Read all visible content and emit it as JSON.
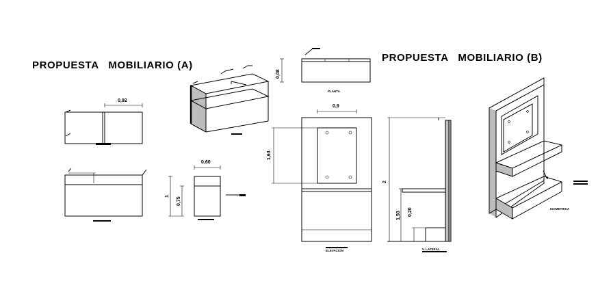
{
  "titles": {
    "a": "PROPUESTA   MOBILIARIO (A)",
    "b": "PROPUESTA   MOBILIARIO (B)"
  },
  "dimensions": {
    "a_front_width": "0,92",
    "a_side_width": "0,60",
    "a_height_total": "1",
    "a_height_lower": "0,75",
    "b_plan_depth": "0,08",
    "b_panel_width": "0,9",
    "b_panel_height": "1,63",
    "b_total_height": "2",
    "b_shelf_height": "1,50",
    "b_shelf_offset": "0,20"
  },
  "captions": {
    "planta": "PLANTA",
    "elevacion": "ELEVACION",
    "v_lateral": "V. LATERAL",
    "isometrica": "ISOMETRICA"
  },
  "colors": {
    "line": "#000000",
    "fill": "#bdbdbd",
    "background": "#ffffff"
  }
}
